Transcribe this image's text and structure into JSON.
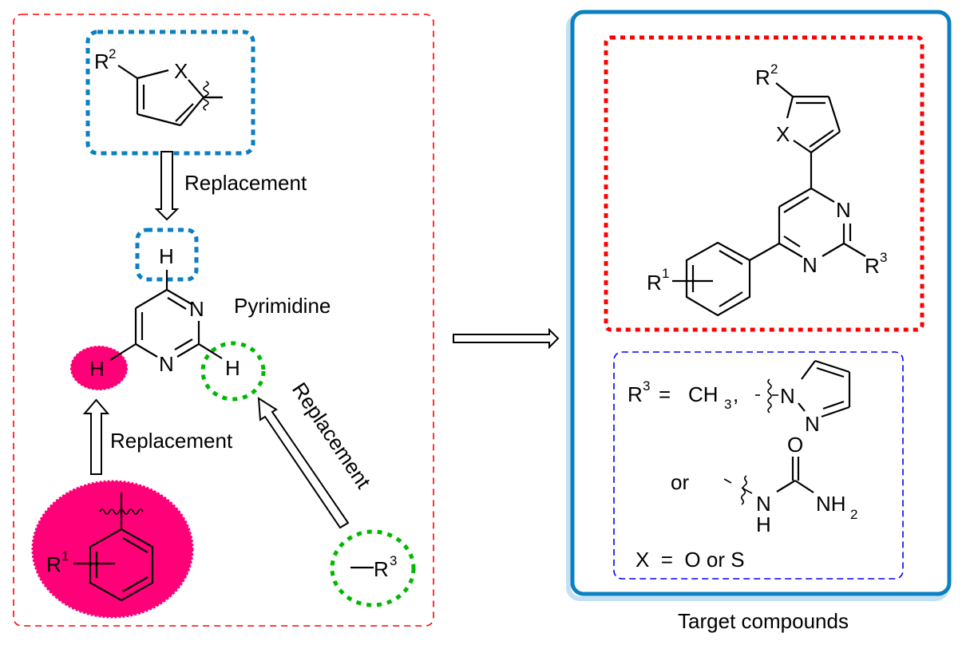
{
  "diagram": {
    "title": "Design strategy of pyrimidine target compounds",
    "colors": {
      "left_box": "#ff0000",
      "fragment_box": "#0a7fc1",
      "aryl_fill": "#ff0078",
      "r3_circle": "#00b800",
      "target_box": "#0a7fc1",
      "target_shadow": "#c4e0f3",
      "core_box": "#ff0000",
      "substituent_box": "#0000ff"
    },
    "left_panel": {
      "heteroaryl_fragment": {
        "r_label": "R",
        "r_sup": "2",
        "hetero_atom": "X"
      },
      "top_arrow_label": "Replacement",
      "pyrimidine": {
        "name": "Pyrimidine",
        "atoms": {
          "n3": "N",
          "n1": "N",
          "h4": "H",
          "h6": "H",
          "h2": "H"
        }
      },
      "left_arrow_label": "Replacement",
      "diagonal_arrow_label": "Replacement",
      "aryl_fragment": {
        "r_label": "R",
        "r_sup": "1"
      },
      "r3_fragment": {
        "r_label": "—R",
        "r_sup": "3"
      }
    },
    "main_arrow": "retrosynthetic-arrow",
    "right_panel": {
      "core": {
        "r1": "R",
        "r1_sup": "1",
        "r2": "R",
        "r2_sup": "2",
        "r3": "R",
        "r3_sup": "3",
        "x": "X",
        "n3": "N",
        "n1": "N"
      },
      "substituents": {
        "r3_label": "R",
        "r3_sup": "3",
        "equals": "=",
        "ch3": "CH",
        "ch3_sub": "3",
        "comma": ",",
        "pyrazole_n1": "N",
        "pyrazole_n2": "N",
        "or": "or",
        "urea_o": "O",
        "urea_n": "N",
        "urea_h": "H",
        "urea_nh2": "NH",
        "urea_nh2_sub": "2",
        "x_definition": "X  =  O or S"
      },
      "caption": "Target compounds"
    }
  }
}
